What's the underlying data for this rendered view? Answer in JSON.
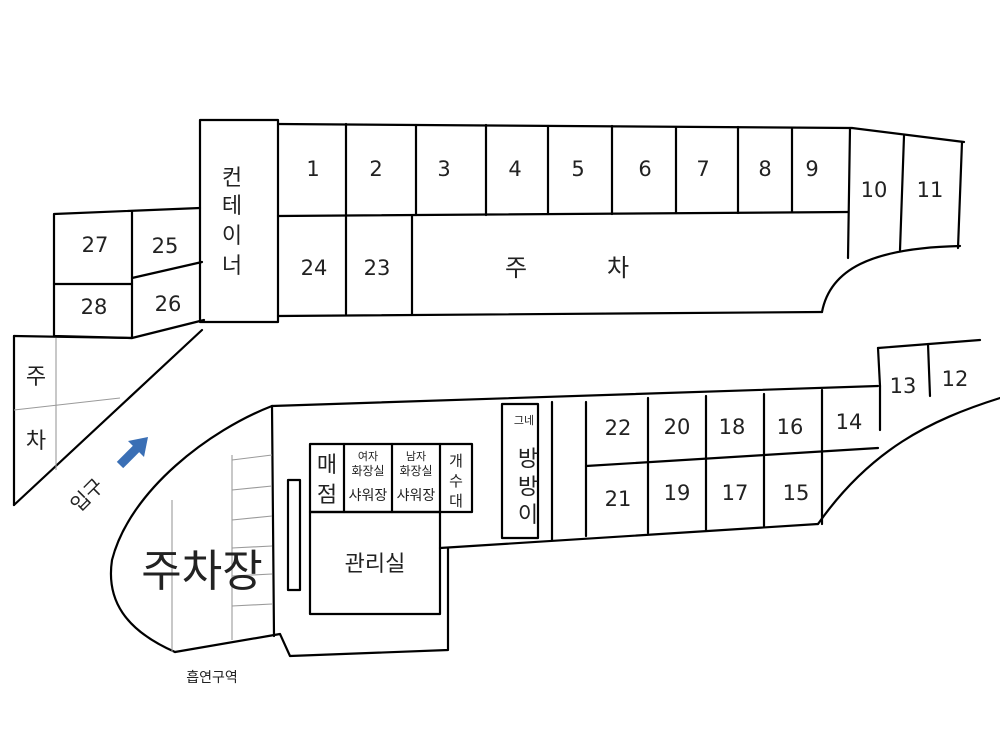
{
  "container_label": [
    "컨",
    "테",
    "이",
    "너"
  ],
  "parking_area_label": [
    "주",
    "차"
  ],
  "left_parking_label": [
    "주",
    "차"
  ],
  "entrance_label": "입구",
  "big_parking_label": "주차장",
  "smoking_area_label": "흡연구역",
  "store_label": [
    "매",
    "점"
  ],
  "women_restroom": {
    "title": "여자",
    "line1": "화장실",
    "line2": "샤워장"
  },
  "men_restroom": {
    "title": "남자",
    "line1": "화장실",
    "line2": "샤워장"
  },
  "sink_label": [
    "개",
    "수",
    "대"
  ],
  "office_label": "관리실",
  "swing_label": "그네",
  "trampoline_label": [
    "방",
    "방",
    "이"
  ],
  "colors": {
    "women_title": "#b22222",
    "men_title": "#1f5fa8",
    "sink_text": "#2e9e5a",
    "office_text": "#1f5f8b",
    "swing_text": "#1f5fa8",
    "arrow": "#3a6fb5"
  },
  "sites": {
    "s1": "1",
    "s2": "2",
    "s3": "3",
    "s4": "4",
    "s5": "5",
    "s6": "6",
    "s7": "7",
    "s8": "8",
    "s9": "9",
    "s10": "10",
    "s11": "11",
    "s12": "12",
    "s13": "13",
    "s14": "14",
    "s15": "15",
    "s16": "16",
    "s17": "17",
    "s18": "18",
    "s19": "19",
    "s20": "20",
    "s21": "21",
    "s22": "22",
    "s23": "23",
    "s24": "24",
    "s25": "25",
    "s26": "26",
    "s27": "27",
    "s28": "28"
  }
}
